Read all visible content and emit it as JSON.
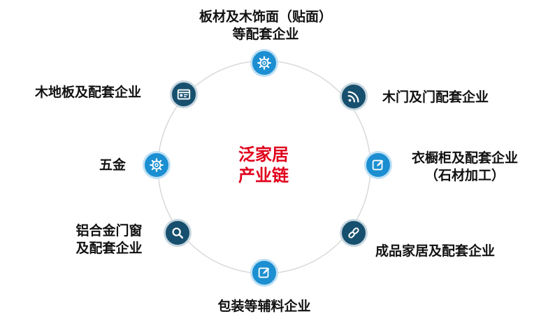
{
  "center": {
    "lines": [
      "泛家居",
      "产业链"
    ],
    "color": "#e0001b"
  },
  "colors": {
    "dark": "#17506e",
    "light": "#1b8fd1",
    "ring": "#d9d9d9"
  },
  "nodes": [
    {
      "id": "top",
      "icon": "gear-icon",
      "tone": "light",
      "lines": [
        "板材及木饰面（贴面）",
        "等配套企业"
      ]
    },
    {
      "id": "upper-right",
      "icon": "rss-icon",
      "tone": "dark",
      "lines": [
        "木门及门配套企业"
      ]
    },
    {
      "id": "right",
      "icon": "edit-icon",
      "tone": "light",
      "lines": [
        "衣橱柜及配套企业",
        "（石材加工）"
      ]
    },
    {
      "id": "lower-right",
      "icon": "link-icon",
      "tone": "dark",
      "lines": [
        "成品家居及配套企业"
      ]
    },
    {
      "id": "bottom",
      "icon": "edit-icon",
      "tone": "light",
      "lines": [
        "包装等辅料企业"
      ]
    },
    {
      "id": "lower-left",
      "icon": "search-icon",
      "tone": "dark",
      "lines": [
        "铝合金门窗",
        "及配套企业"
      ]
    },
    {
      "id": "left",
      "icon": "gear-icon",
      "tone": "light",
      "lines": [
        "五金"
      ]
    },
    {
      "id": "upper-left",
      "icon": "id-card-icon",
      "tone": "dark",
      "lines": [
        "木地板及配套企业"
      ]
    }
  ]
}
